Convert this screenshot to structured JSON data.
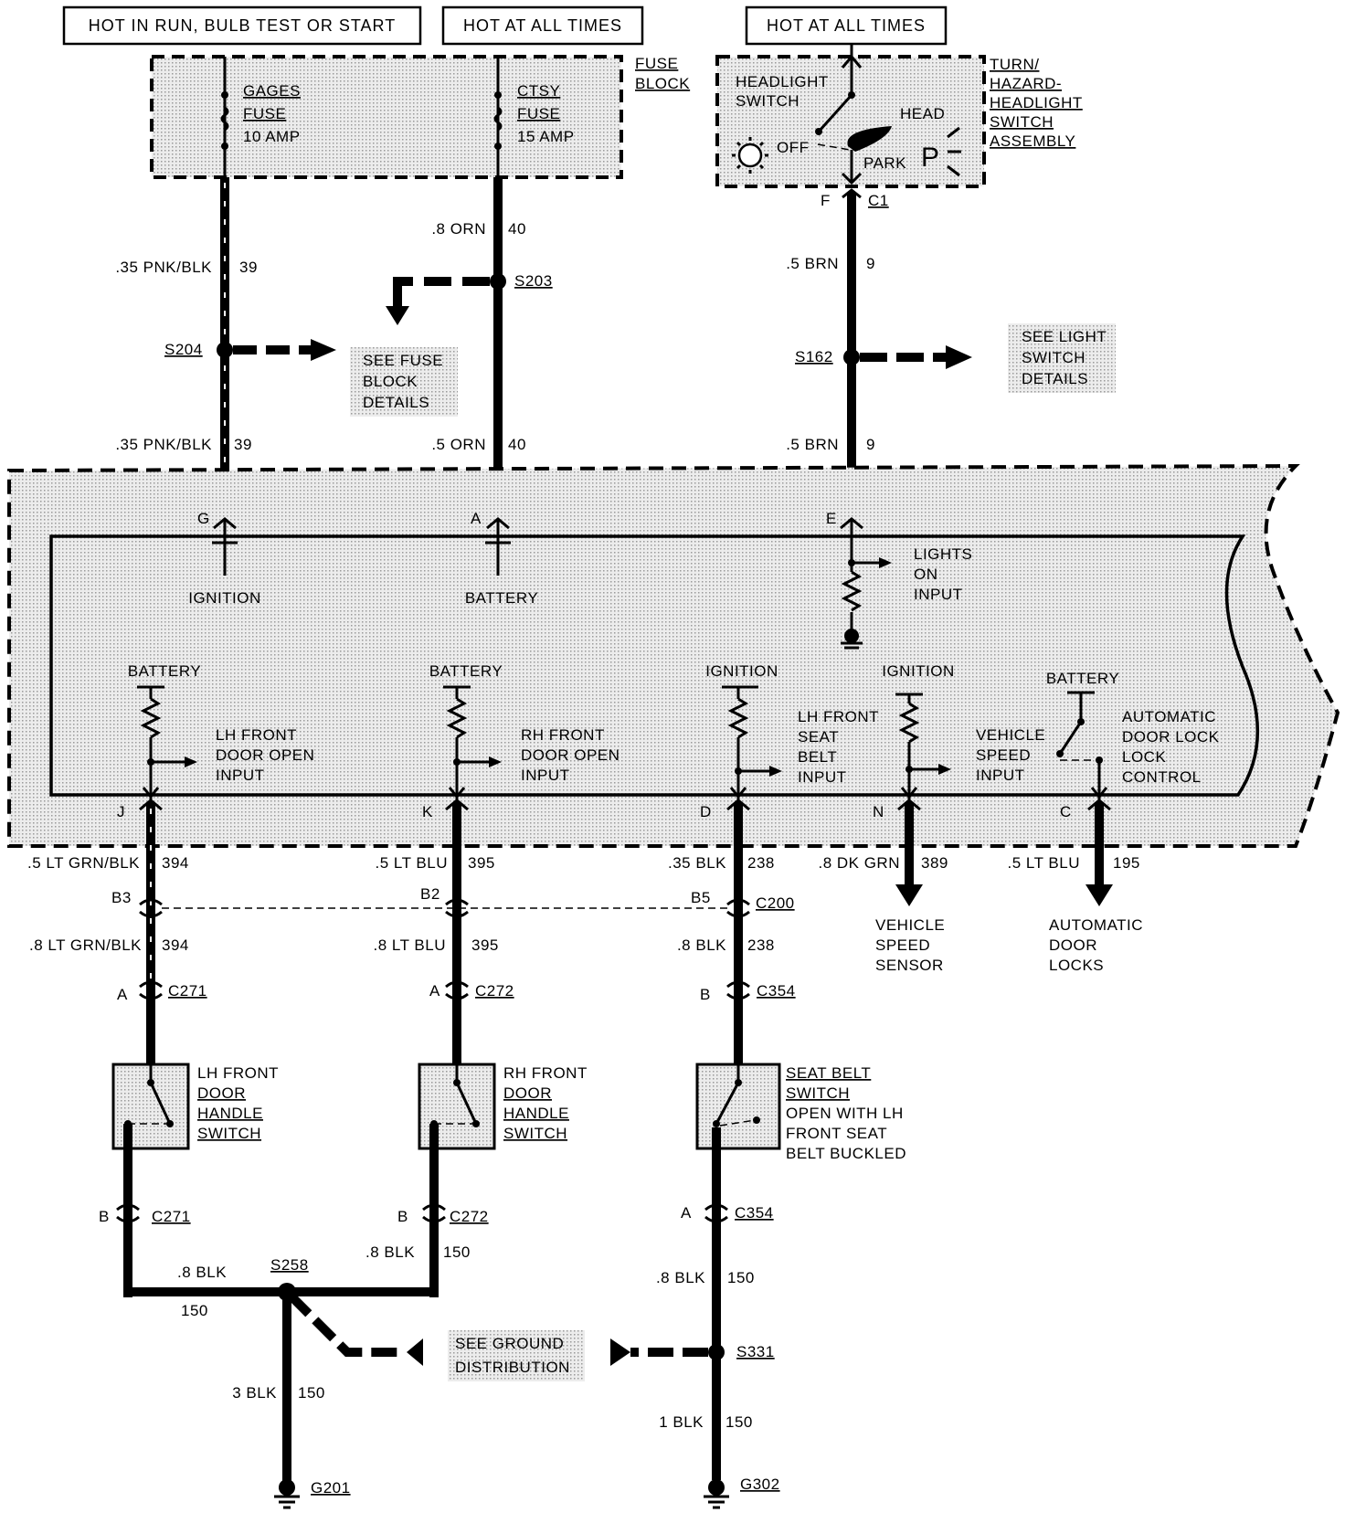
{
  "headers": {
    "hot_run": "HOT IN RUN, BULB TEST OR START",
    "hot_always_1": "HOT AT ALL TIMES",
    "hot_always_2": "HOT AT ALL TIMES"
  },
  "fuse_block": {
    "label_1": "FUSE",
    "label_2": "BLOCK",
    "gages": [
      "GAGES",
      "FUSE",
      "10 AMP"
    ],
    "ctsy": [
      "CTSY",
      "FUSE",
      "15 AMP"
    ]
  },
  "headlight_switch": {
    "title": [
      "HEADLIGHT",
      "SWITCH"
    ],
    "head": "HEAD",
    "off": "OFF",
    "park": "PARK",
    "p": "P",
    "assembly": [
      "TURN/",
      "HAZARD-",
      "HEADLIGHT",
      "SWITCH",
      "ASSEMBLY"
    ],
    "pin": "F",
    "connector": "C1"
  },
  "wires_top": {
    "pnk1": ".35 PNK/BLK",
    "pnk1_num": "39",
    "pnk2": ".35 PNK/BLK",
    "pnk2_num": "39",
    "orn1": ".8 ORN",
    "orn1_num": "40",
    "orn2": ".5 ORN",
    "orn2_num": "40",
    "brn1": ".5 BRN",
    "brn1_num": "9",
    "brn2": ".5 BRN",
    "brn2_num": "9"
  },
  "splices": {
    "s203": "S203",
    "s204": "S204",
    "s162": "S162",
    "s258": "S258",
    "s331": "S331"
  },
  "refs": {
    "fuse_block_details": [
      "SEE  FUSE",
      "BLOCK",
      "DETAILS"
    ],
    "light_switch_details": [
      "SEE LIGHT",
      "SWITCH",
      "DETAILS"
    ],
    "ground_distribution": [
      "SEE GROUND",
      "DISTRIBUTION"
    ]
  },
  "module": {
    "pins_top": [
      "G",
      "A",
      "E"
    ],
    "ignition": "IGNITION",
    "battery": "BATTERY",
    "lights_on": [
      "LIGHTS",
      "ON",
      "INPUT"
    ],
    "battery_1": "BATTERY",
    "battery_2": "BATTERY",
    "ignition_1": "IGNITION",
    "ignition_2": "IGNITION",
    "battery_3": "BATTERY",
    "lh_door": [
      "LH FRONT",
      "DOOR OPEN",
      "INPUT"
    ],
    "rh_door": [
      "RH FRONT",
      "DOOR OPEN",
      "INPUT"
    ],
    "seat_belt": [
      "LH FRONT",
      "SEAT",
      "BELT",
      "INPUT"
    ],
    "vehicle_speed": [
      "VEHICLE",
      "SPEED",
      "INPUT"
    ],
    "auto_lock": [
      "AUTOMATIC",
      "DOOR LOCK",
      "LOCK",
      "CONTROL"
    ],
    "pins_bottom": [
      "J",
      "K",
      "D",
      "N",
      "C"
    ]
  },
  "wires_bottom": {
    "w394a": ".5 LT GRN/BLK",
    "w394a_num": "394",
    "w395a": ".5 LT BLU",
    "w395a_num": "395",
    "w238a": ".35 BLK",
    "w238a_num": "238",
    "w389": ".8 DK GRN",
    "w389_num": "389",
    "w195": ".5 LT BLU",
    "w195_num": "195",
    "w394b": ".8 LT GRN/BLK",
    "w394b_num": "394",
    "w395b": ".8 LT BLU",
    "w395b_num": "395",
    "w238b": ".8 BLK",
    "w238b_num": "238",
    "w150a": ".8 BLK",
    "w150a_num": "150",
    "w150b": ".8 BLK",
    "w150b_num": "150",
    "w150c": ".8 BLK",
    "w150c_num": "150",
    "w150d": "3 BLK",
    "w150d_num": "150",
    "w150e": "1 BLK",
    "w150e_num": "150"
  },
  "destinations": {
    "vss": [
      "VEHICLE",
      "SPEED",
      "SENSOR"
    ],
    "adl": [
      "AUTOMATIC",
      "DOOR",
      "LOCKS"
    ]
  },
  "connectors": {
    "b3": "B3",
    "b2": "B2",
    "b5": "B5",
    "c200": "C200",
    "a1": "A",
    "c271a": "C271",
    "a2": "A",
    "c272a": "C272",
    "b1": "B",
    "c354a": "C354",
    "b_1": "B",
    "c271b": "C271",
    "b_2": "B",
    "c272b": "C272",
    "a3": "A",
    "c354b": "C354"
  },
  "switches": {
    "lh": [
      "LH FRONT",
      "DOOR",
      "HANDLE",
      "SWITCH"
    ],
    "rh": [
      "RH FRONT",
      "DOOR",
      "HANDLE",
      "SWITCH"
    ],
    "seat": [
      "SEAT BELT",
      "SWITCH",
      "OPEN WITH LH",
      "FRONT SEAT",
      "BELT BUCKLED"
    ]
  },
  "grounds": {
    "g201": "G201",
    "g302": "G302"
  }
}
